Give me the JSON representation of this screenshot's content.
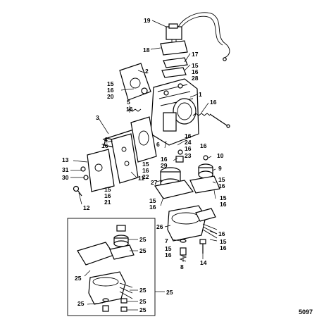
{
  "diagram": {
    "figure_number": "5097",
    "callouts": [
      "19",
      "18",
      "17",
      "15",
      "16",
      "28",
      "2",
      "15",
      "16",
      "20",
      "1",
      "16",
      "5",
      "16",
      "3",
      "4",
      "16",
      "16",
      "24",
      "16",
      "23",
      "6",
      "16",
      "29",
      "16",
      "10",
      "13",
      "31",
      "30",
      "11",
      "15",
      "16",
      "22",
      "9",
      "27",
      "15",
      "16",
      "15",
      "16",
      "21",
      "15",
      "16",
      "15",
      "16",
      "12",
      "26",
      "16",
      "7",
      "15",
      "16",
      "15",
      "16",
      "8",
      "14",
      "25",
      "25",
      "25",
      "25",
      "25",
      "25",
      "25",
      "25"
    ]
  }
}
